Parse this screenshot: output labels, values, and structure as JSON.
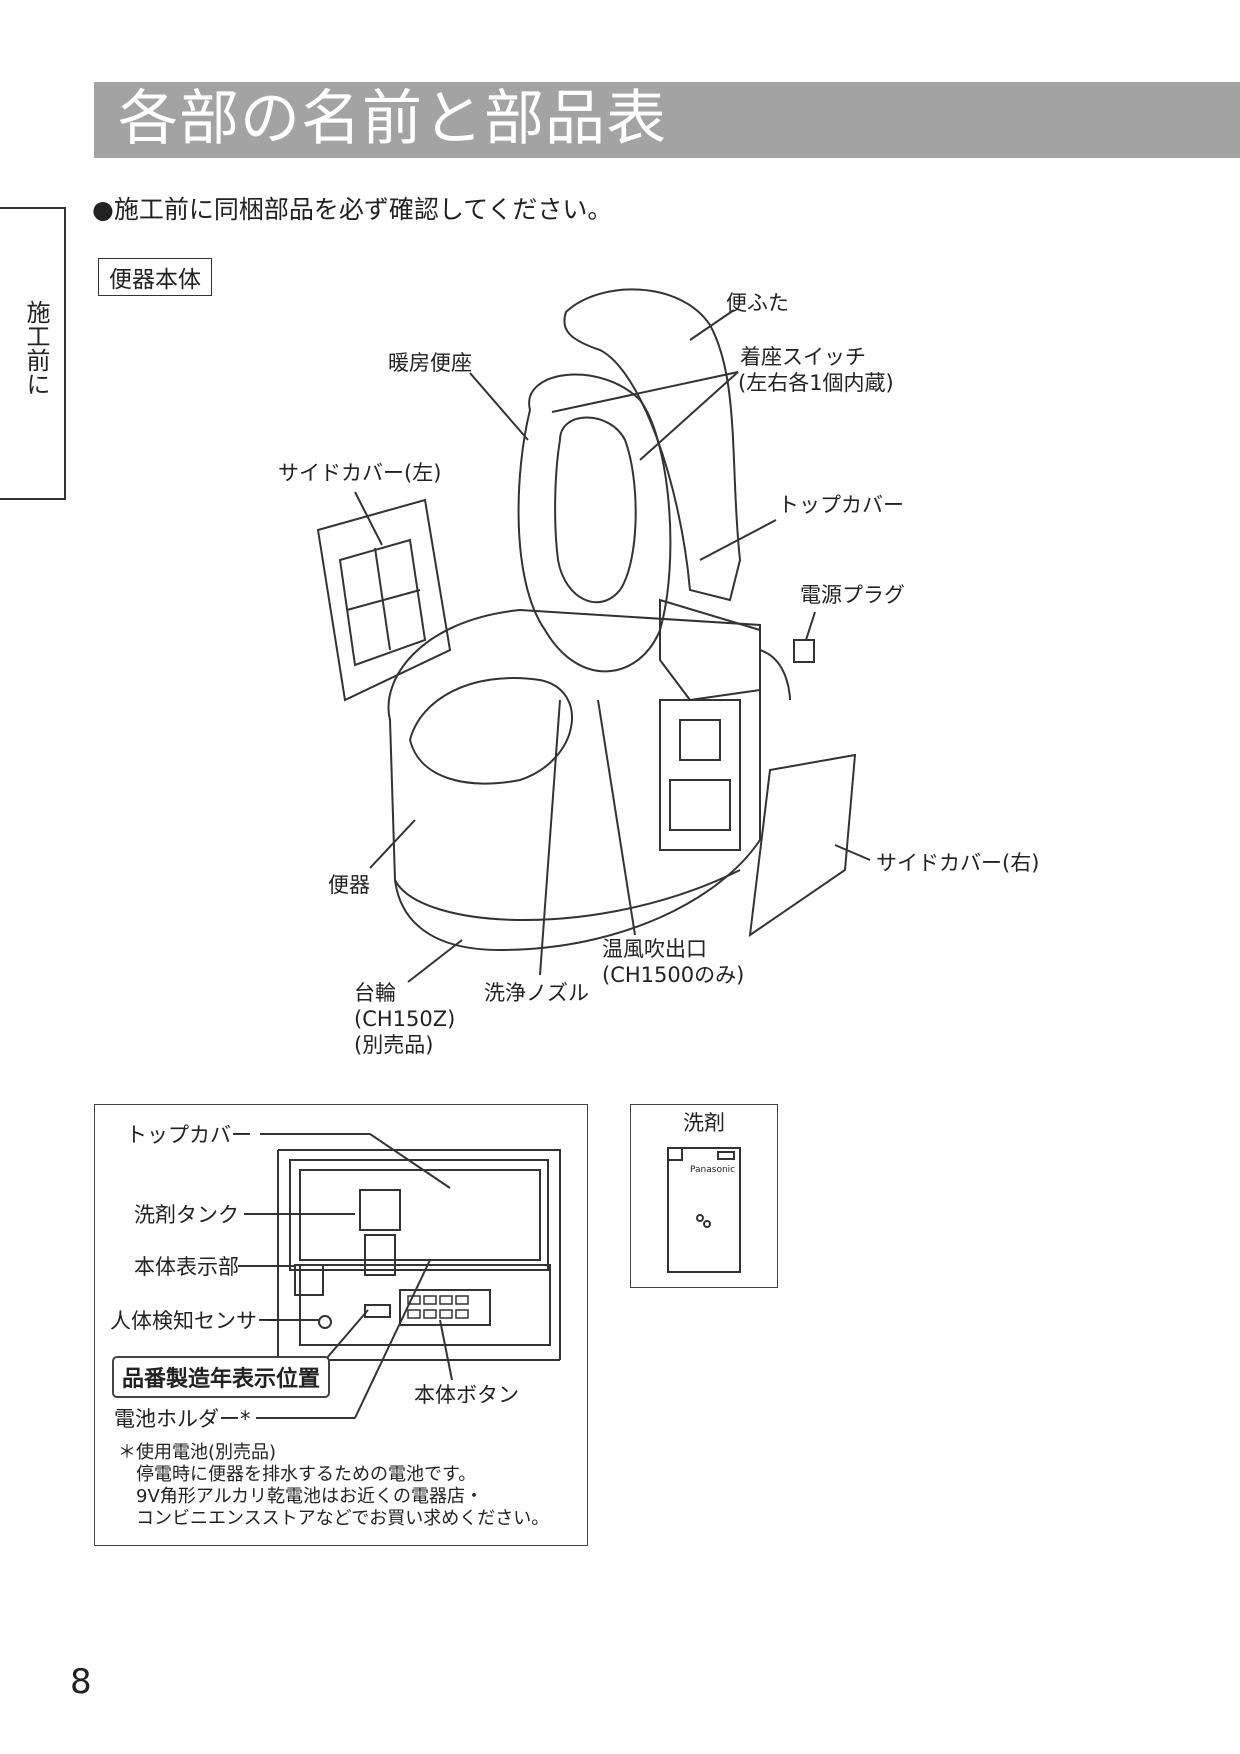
{
  "header": {
    "title": "各部の名前と部品表"
  },
  "side_tab": "施工前に",
  "notice": "●施工前に同梱部品を必ず確認してください。",
  "main_box_label": "便器本体",
  "main_labels": {
    "lid": "便ふた",
    "heated_seat": "暖房便座",
    "seat_switch": "着座スイッチ",
    "seat_switch_note": "(左右各1個内蔵)",
    "side_cover_left": "サイドカバー(左)",
    "top_cover": "トップカバー",
    "power_plug": "電源プラグ",
    "side_cover_right": "サイドカバー(右)",
    "bowl": "便器",
    "warm_air": "温風吹出口",
    "warm_air_note": "(CH1500のみ)",
    "pedestal": "台輪",
    "pedestal_model": "(CH150Z)",
    "pedestal_note": "(別売品)",
    "nozzle": "洗浄ノズル"
  },
  "detail_labels": {
    "top_cover": "トップカバー",
    "detergent_tank": "洗剤タンク",
    "display": "本体表示部",
    "sensor": "人体検知センサー",
    "model_year": "品番製造年表示位置",
    "main_button": "本体ボタン",
    "battery_holder": "電池ホルダー*"
  },
  "battery_note": {
    "line1": "＊使用電池(別売品)",
    "line2": "停電時に便器を排水するための電池です。",
    "line3": "9V角形アルカリ乾電池はお近くの電器店・",
    "line4": "コンビニエンスストアなどでお買い求めください。"
  },
  "detergent": {
    "label": "洗剤",
    "brand": "Panasonic"
  },
  "page_number": "8",
  "colors": {
    "title_bg": "#a3a3a3",
    "line": "#333333"
  }
}
